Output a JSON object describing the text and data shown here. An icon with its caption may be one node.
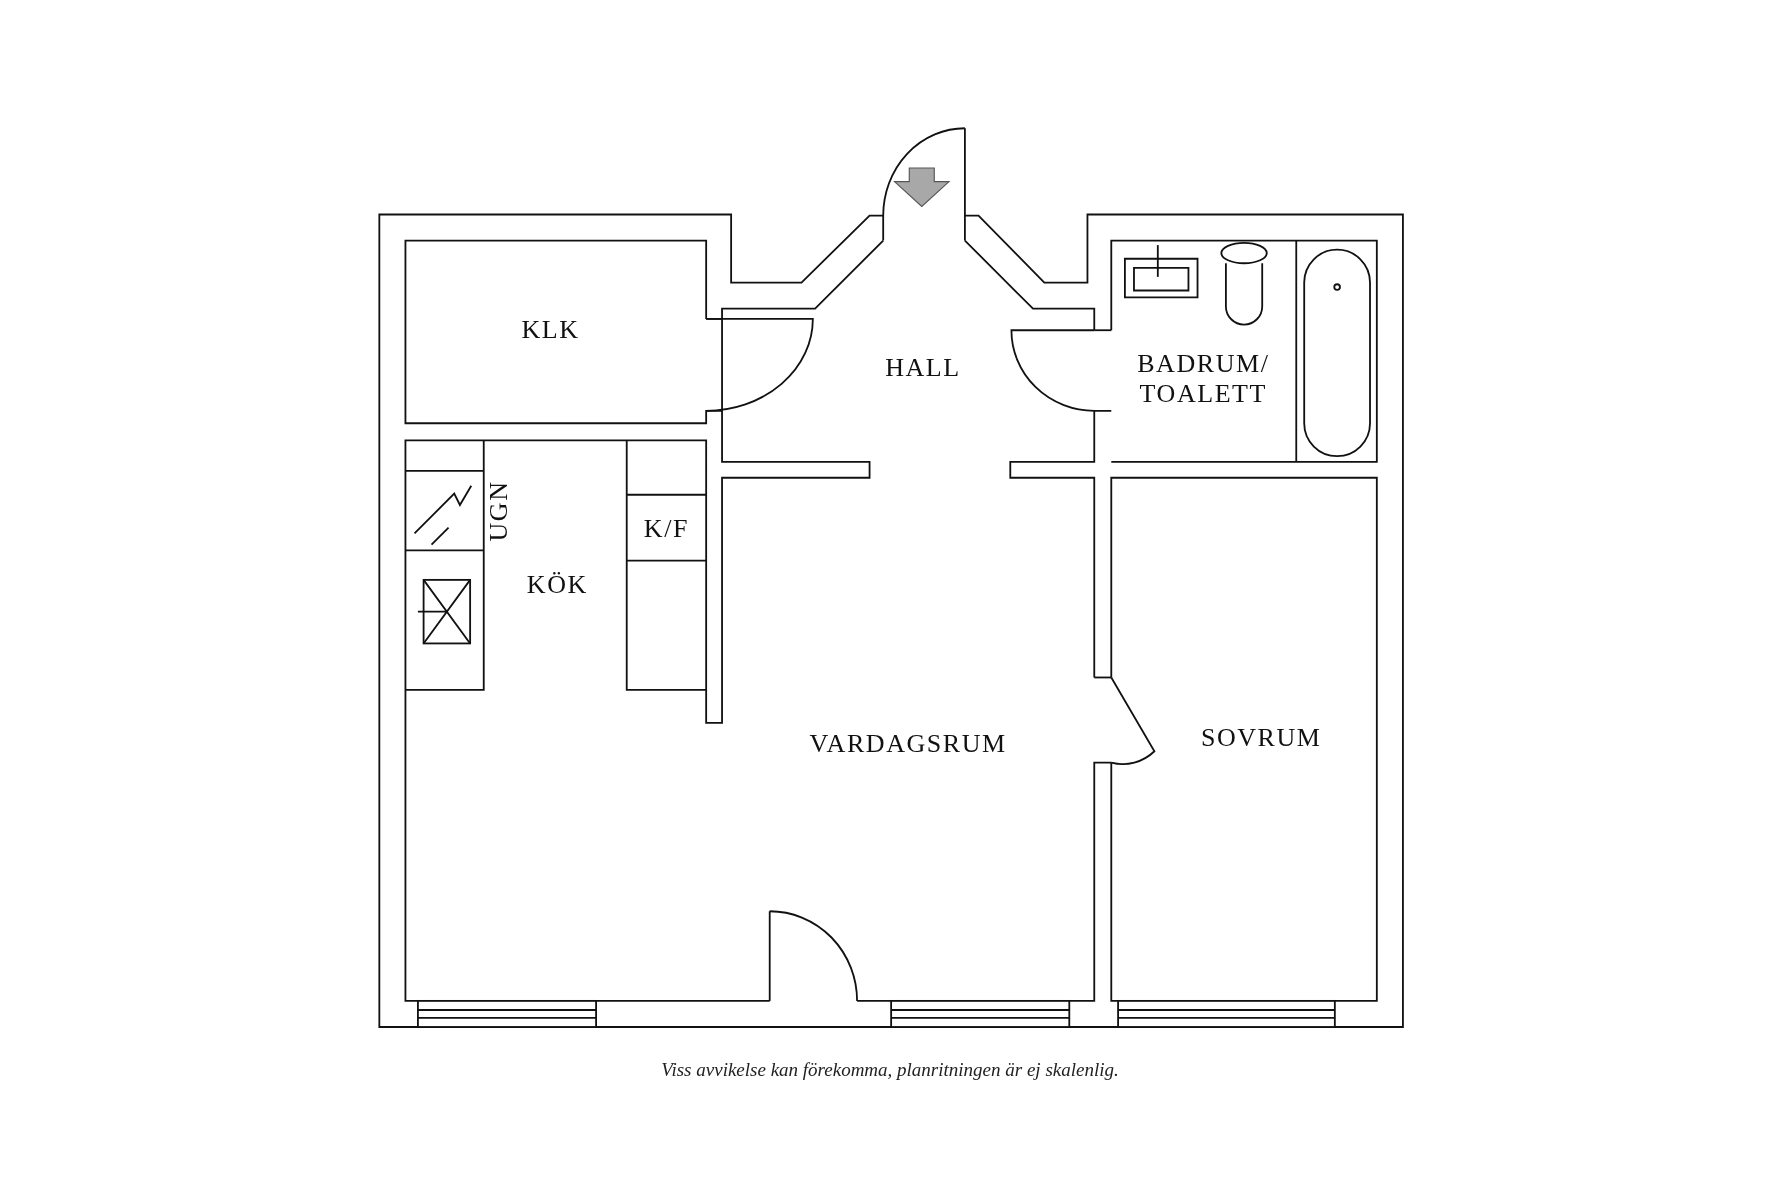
{
  "diagram": {
    "caption": "Viss avvikelse kan förekomma, planritningen är ej skalenlig.",
    "labels": [
      "KLK",
      "HALL",
      "BADRUM/ TOALETT",
      "UGN",
      "K/F",
      "KÖK",
      "VARDAGSRUM",
      "SOVRUM"
    ]
  }
}
